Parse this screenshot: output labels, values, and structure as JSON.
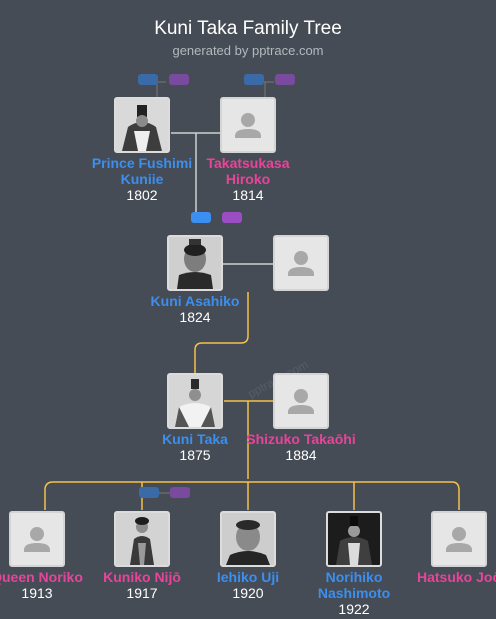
{
  "header": {
    "title": "Kuni Taka Family Tree",
    "subtitle": "generated by pptrace.com"
  },
  "watermark": "pptrace.com",
  "colors": {
    "male": "#3b8ff0",
    "female": "#e8449a",
    "line": "#f5c24a",
    "bg": "#464c55"
  },
  "people": [
    {
      "id": "fushimi-kuniie",
      "name": "Prince Fushimi Kuniie",
      "year": "1802",
      "gender": "male",
      "photo": "portrait"
    },
    {
      "id": "takatsukasa-hiroko",
      "name": "Takatsukasa Hiroko",
      "year": "1814",
      "gender": "female",
      "photo": "placeholder"
    },
    {
      "id": "kuni-asahiko",
      "name": "Kuni Asahiko",
      "year": "1824",
      "gender": "male",
      "photo": "portrait"
    },
    {
      "id": "asahiko-spouse",
      "name": "",
      "year": "",
      "gender": "female",
      "photo": "placeholder"
    },
    {
      "id": "kuni-taka",
      "name": "Kuni Taka",
      "year": "1875",
      "gender": "male",
      "photo": "portrait",
      "selected": true
    },
    {
      "id": "shizuko-takaohi",
      "name": "Shizuko Takaōhi",
      "year": "1884",
      "gender": "female",
      "photo": "placeholder"
    },
    {
      "id": "queen-noriko",
      "name": "Queen Noriko",
      "year": "1913",
      "gender": "female",
      "photo": "placeholder"
    },
    {
      "id": "kuniko-nijo",
      "name": "Kuniko Nijō",
      "year": "1917",
      "gender": "female",
      "photo": "portrait"
    },
    {
      "id": "iehiko-uji",
      "name": "Iehiko Uji",
      "year": "1920",
      "gender": "male",
      "photo": "portrait"
    },
    {
      "id": "norihiko-nashimoto",
      "name": "Norihiko Nashimoto",
      "year": "1922",
      "gender": "male",
      "photo": "portrait"
    },
    {
      "id": "hatsuko-joo",
      "name": "Hatsuko Joō",
      "year": "",
      "gender": "female",
      "photo": "placeholder"
    }
  ]
}
